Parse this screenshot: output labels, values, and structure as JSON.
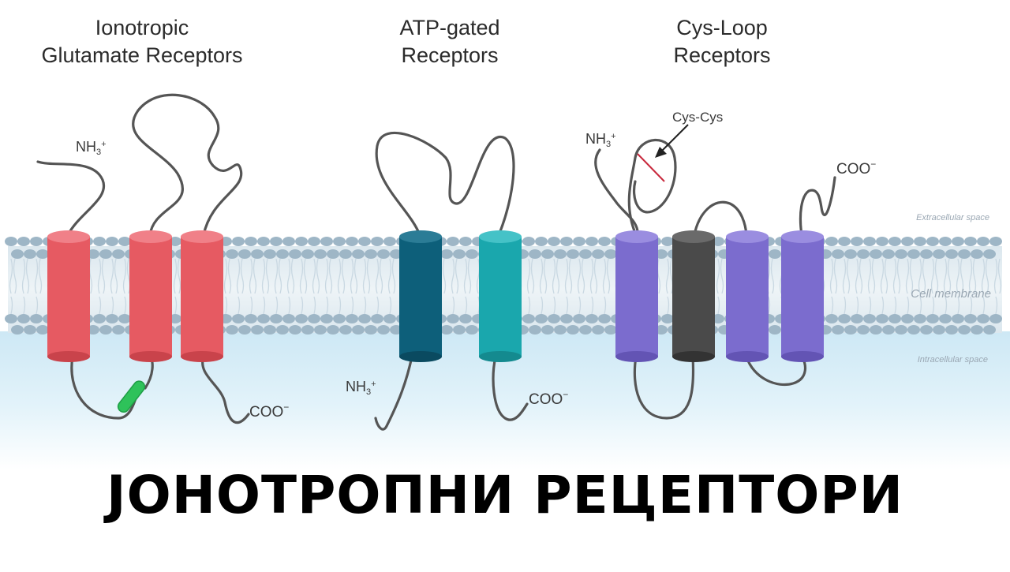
{
  "groups": [
    {
      "title_line1": "Ionotropic",
      "title_line2": "Glutamate Receptors",
      "nh3": "NH3+",
      "coo": "COO-"
    },
    {
      "title_line1": "ATP-gated",
      "title_line2": "Receptors",
      "nh3": "NH3+",
      "coo": "COO-"
    },
    {
      "title_line1": "Cys-Loop",
      "title_line2": "Receptors",
      "nh3": "NH3+",
      "coo": "COO-",
      "bond_label": "Cys-Cys"
    }
  ],
  "regions": {
    "extracellular": "Extracellular space",
    "membrane": "Cell membrane",
    "intracellular": "Intracellular space"
  },
  "caption": "ЈОНОТРОПНИ РЕЦЕПТОРИ",
  "colors": {
    "glutamate": "#e65a62",
    "atp_dark": "#0d5f7a",
    "atp_light": "#1aa7ad",
    "cys_purple": "#7b6cce",
    "cys_dark": "#4a4a4a",
    "reentrant_loop": "#2ec25a",
    "disulfide": "#c8283c",
    "chain": "#555555",
    "membrane_head": "#9eb6c6",
    "cytoplasm": "#d9eef7"
  }
}
